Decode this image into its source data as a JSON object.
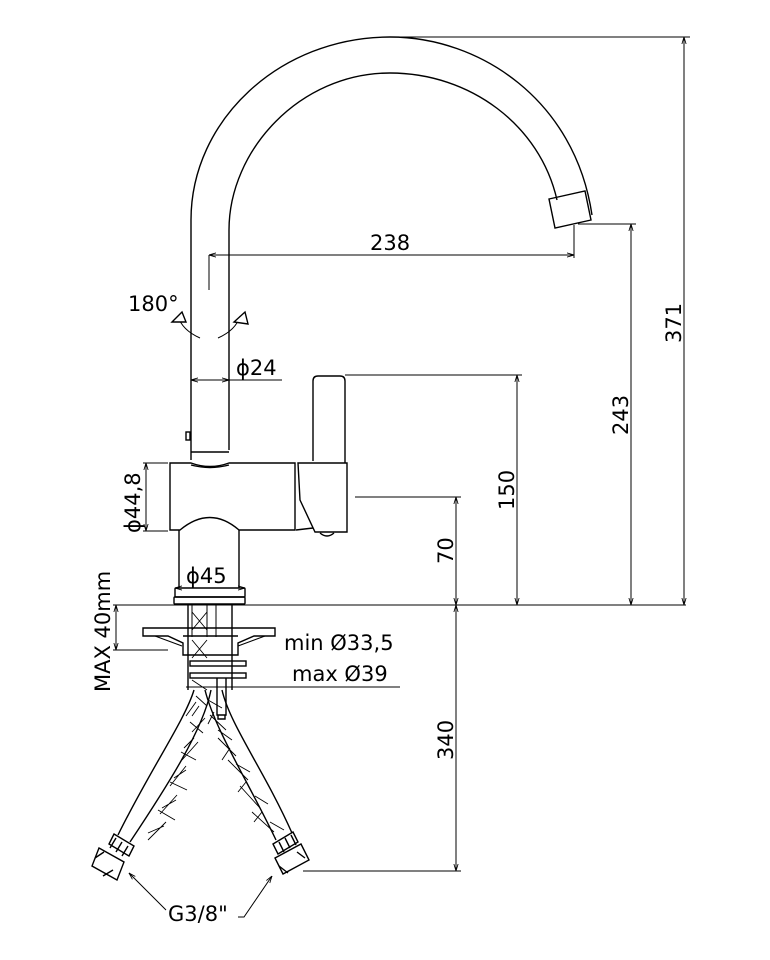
{
  "drawing": {
    "subject": "kitchen sink mixer tap with swivel spout - dimensional drawing",
    "units": "mm",
    "line_color": "#000000",
    "background": "#ffffff"
  },
  "dimensions": {
    "spout_reach": "238",
    "overall_height": "371",
    "spout_outlet_height": "243",
    "lever_top_height": "150",
    "body_axis_height": "70",
    "hose_length": "340",
    "spout_diameter": "ϕ24",
    "body_diameter": "ϕ44,8",
    "base_diameter": "ϕ45",
    "max_deck_thickness": "MAX 40mm",
    "hole_min": "min Ø33,5",
    "hole_max": "max Ø39",
    "connection_thread": "G3/8\""
  },
  "annotations": {
    "rotation": "180°"
  }
}
